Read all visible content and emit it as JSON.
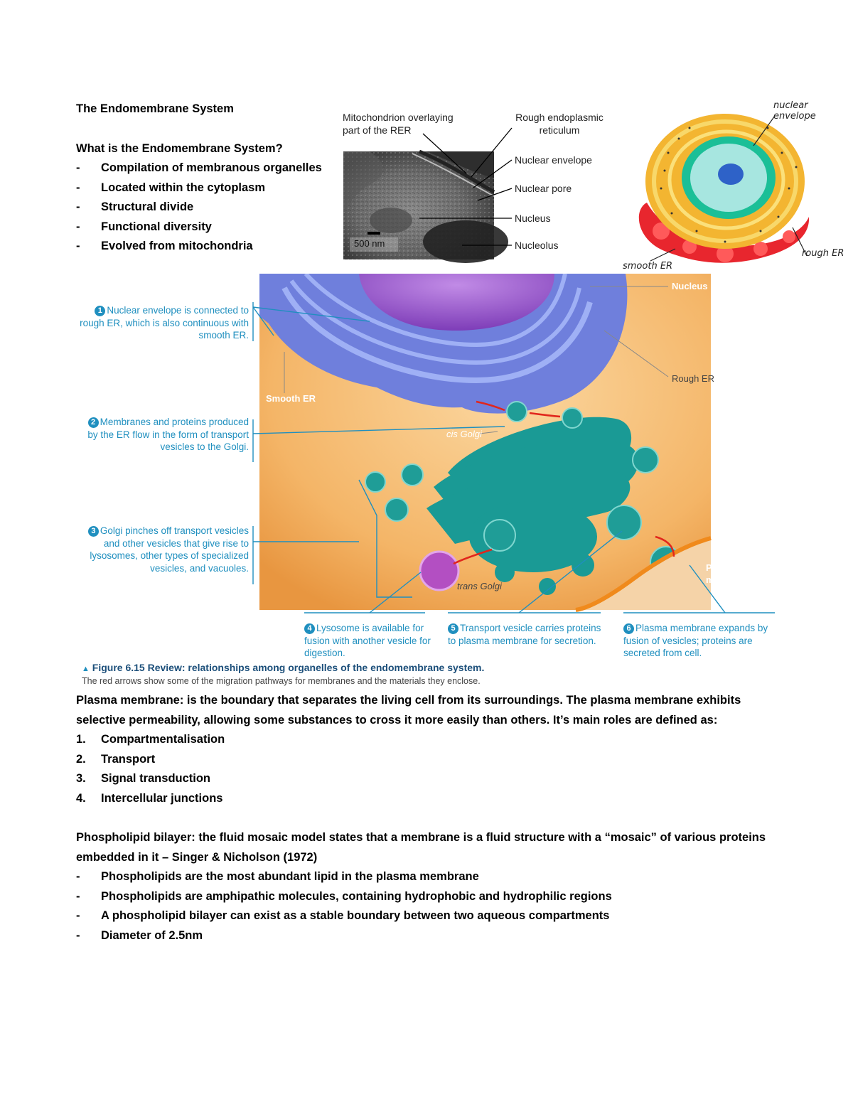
{
  "title": "The Endomembrane System",
  "intro": {
    "question": "What is the Endomembrane System?",
    "bullet_mark": "-",
    "items": [
      "Compilation of membranous organelles",
      "Located within the cytoplasm",
      "Structural divide",
      "Functional diversity",
      "Evolved from mitochondria"
    ]
  },
  "micrograph": {
    "labels": {
      "mitochondrion": "Mitochondrion overlaying part of the RER",
      "rough_er": "Rough endoplasmic reticulum",
      "nuclear_envelope": "Nuclear envelope",
      "nuclear_pore": "Nuclear pore",
      "nucleus": "Nucleus",
      "nucleolus": "Nucleolus"
    },
    "scale_bar": "500 nm"
  },
  "drawing": {
    "labels": {
      "nuclear_envelope": "nuclear envelope",
      "smooth_er": "smooth ER",
      "rough_er": "rough ER"
    }
  },
  "figure": {
    "callouts": [
      {
        "num": "1",
        "text": "Nuclear envelope is connected to rough ER, which is also continuous with smooth ER."
      },
      {
        "num": "2",
        "text": "Membranes and proteins produced by the ER flow in the form of transport vesicles to the Golgi."
      },
      {
        "num": "3",
        "text": "Golgi pinches off transport vesicles and other vesicles that give rise to lysosomes, other types of specialized vesicles, and vacuoles."
      },
      {
        "num": "4",
        "text": "Lysosome is available for fusion with another vesicle for digestion."
      },
      {
        "num": "5",
        "text": "Transport vesicle carries proteins to plasma membrane for secretion."
      },
      {
        "num": "6",
        "text": "Plasma membrane expands by fusion of vesicles; proteins are secreted from cell."
      }
    ],
    "labels": {
      "nucleus": "Nucleus",
      "rough_er": "Rough ER",
      "smooth_er": "Smooth ER",
      "cis_golgi": "cis Golgi",
      "trans_golgi": "trans Golgi",
      "plasma_membrane": "Plasma membrane"
    },
    "caption_marker": "▲",
    "caption_title": "Figure 6.15 Review: relationships among organelles of the endomembrane system.",
    "caption_sub": "The red arrows show some of the migration pathways for membranes and the materials they enclose."
  },
  "plasma": {
    "paragraph": "Plasma membrane: is the boundary that separates the living cell from its surroundings. The plasma membrane exhibits selective permeability, allowing some substances to cross it more easily than others. It’s main roles are defined as:",
    "items": [
      {
        "num": "1.",
        "text": "Compartmentalisation"
      },
      {
        "num": "2.",
        "text": "Transport"
      },
      {
        "num": "3.",
        "text": "Signal transduction"
      },
      {
        "num": "4.",
        "text": "Intercellular junctions"
      }
    ]
  },
  "phospholipid": {
    "paragraph": "Phospholipid bilayer: the fluid mosaic model states that a membrane is a fluid structure with a “mosaic” of various proteins embedded in it – Singer & Nicholson (1972)",
    "bullet_mark": "-",
    "items": [
      "Phospholipids are the most abundant lipid in the plasma membrane",
      "Phospholipids are amphipathic molecules, containing hydrophobic and hydrophilic regions",
      "A phospholipid bilayer can exist as a stable boundary between two aqueous compartments",
      "Diameter of 2.5nm"
    ]
  },
  "colors": {
    "callout_blue": "#1f8fbf",
    "figure_orange": "#f2a74f",
    "er_blue": "#6f7fdc",
    "golgi_teal": "#1a9a95",
    "nucleus_purple": "#8f4fc7"
  }
}
